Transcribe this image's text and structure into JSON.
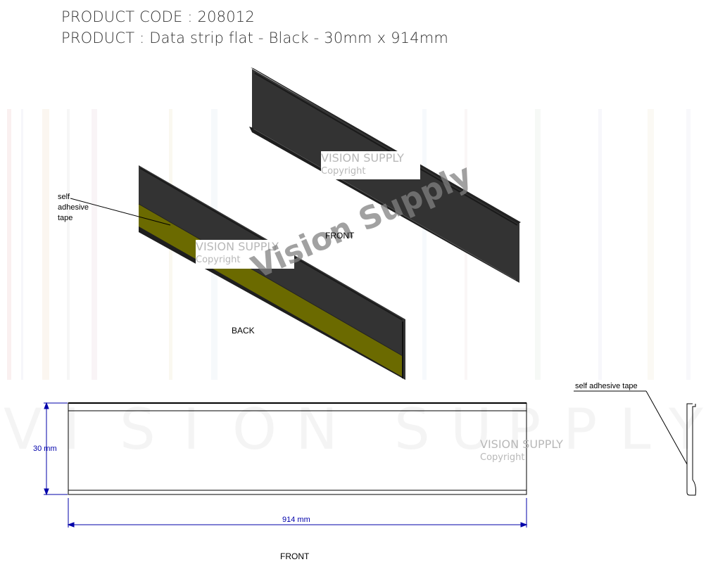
{
  "header": {
    "product_code": "PRODUCT CODE : 208012",
    "product": "PRODUCT : Data strip flat - Black - 30mm x 914mm"
  },
  "isometric": {
    "front_label": "FRONT",
    "back_label": "BACK",
    "tape_label_lines": [
      "self",
      "adhesive",
      "tape"
    ]
  },
  "watermark": {
    "brand": "VISION SUPPLY",
    "copyright": "Copyright",
    "diagonal": "Vision Supply",
    "background_letters": [
      "V",
      "I",
      "S",
      "I",
      "O",
      "N",
      "S",
      "U",
      "P",
      "P",
      "L",
      "Y"
    ]
  },
  "drawing": {
    "height_dim": "30 mm",
    "width_dim": "914 mm",
    "view_label": "FRONT",
    "profile_label": "self adhesive tape"
  },
  "colors": {
    "strip": "#333333",
    "tape": "#6b6a00",
    "dimension": "#0000aa"
  }
}
